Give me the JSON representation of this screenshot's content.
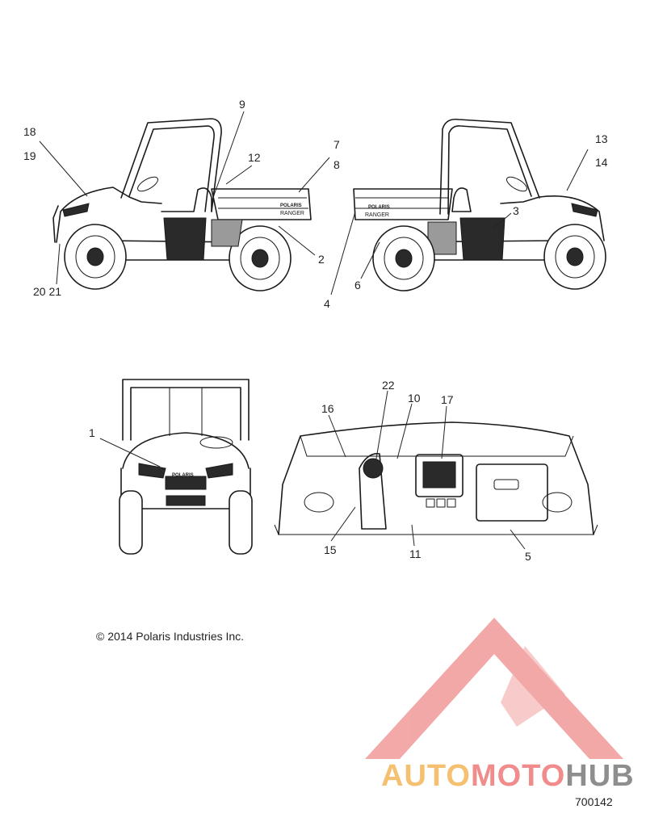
{
  "callouts": {
    "c1": "1",
    "c2": "2",
    "c3": "3",
    "c4": "4",
    "c5": "5",
    "c6": "6",
    "c7": "7",
    "c8": "8",
    "c9": "9",
    "c10": "10",
    "c11": "11",
    "c12": "12",
    "c13": "13",
    "c14": "14",
    "c15": "15",
    "c16": "16",
    "c17": "17",
    "c18": "18",
    "c19": "19",
    "c20_21": "20 21",
    "c22": "22"
  },
  "vehicle_text": {
    "bed_brand_left": "POLARIS",
    "bed_model_left": "RANGER",
    "bed_brand_right": "POLARIS",
    "bed_model_right": "RANGER",
    "grille_brand": "POLARIS"
  },
  "footer": {
    "copyright": "© 2014 Polaris Industries Inc.",
    "drawing_number": "700142"
  },
  "watermark": {
    "part1": "AUTO",
    "part2": "MOTO",
    "part3": "HUB",
    "colors": {
      "auto": "#f5c070",
      "moto": "#f08c8c",
      "hub": "#8e8e8e",
      "logo": "#f08c8c"
    }
  }
}
